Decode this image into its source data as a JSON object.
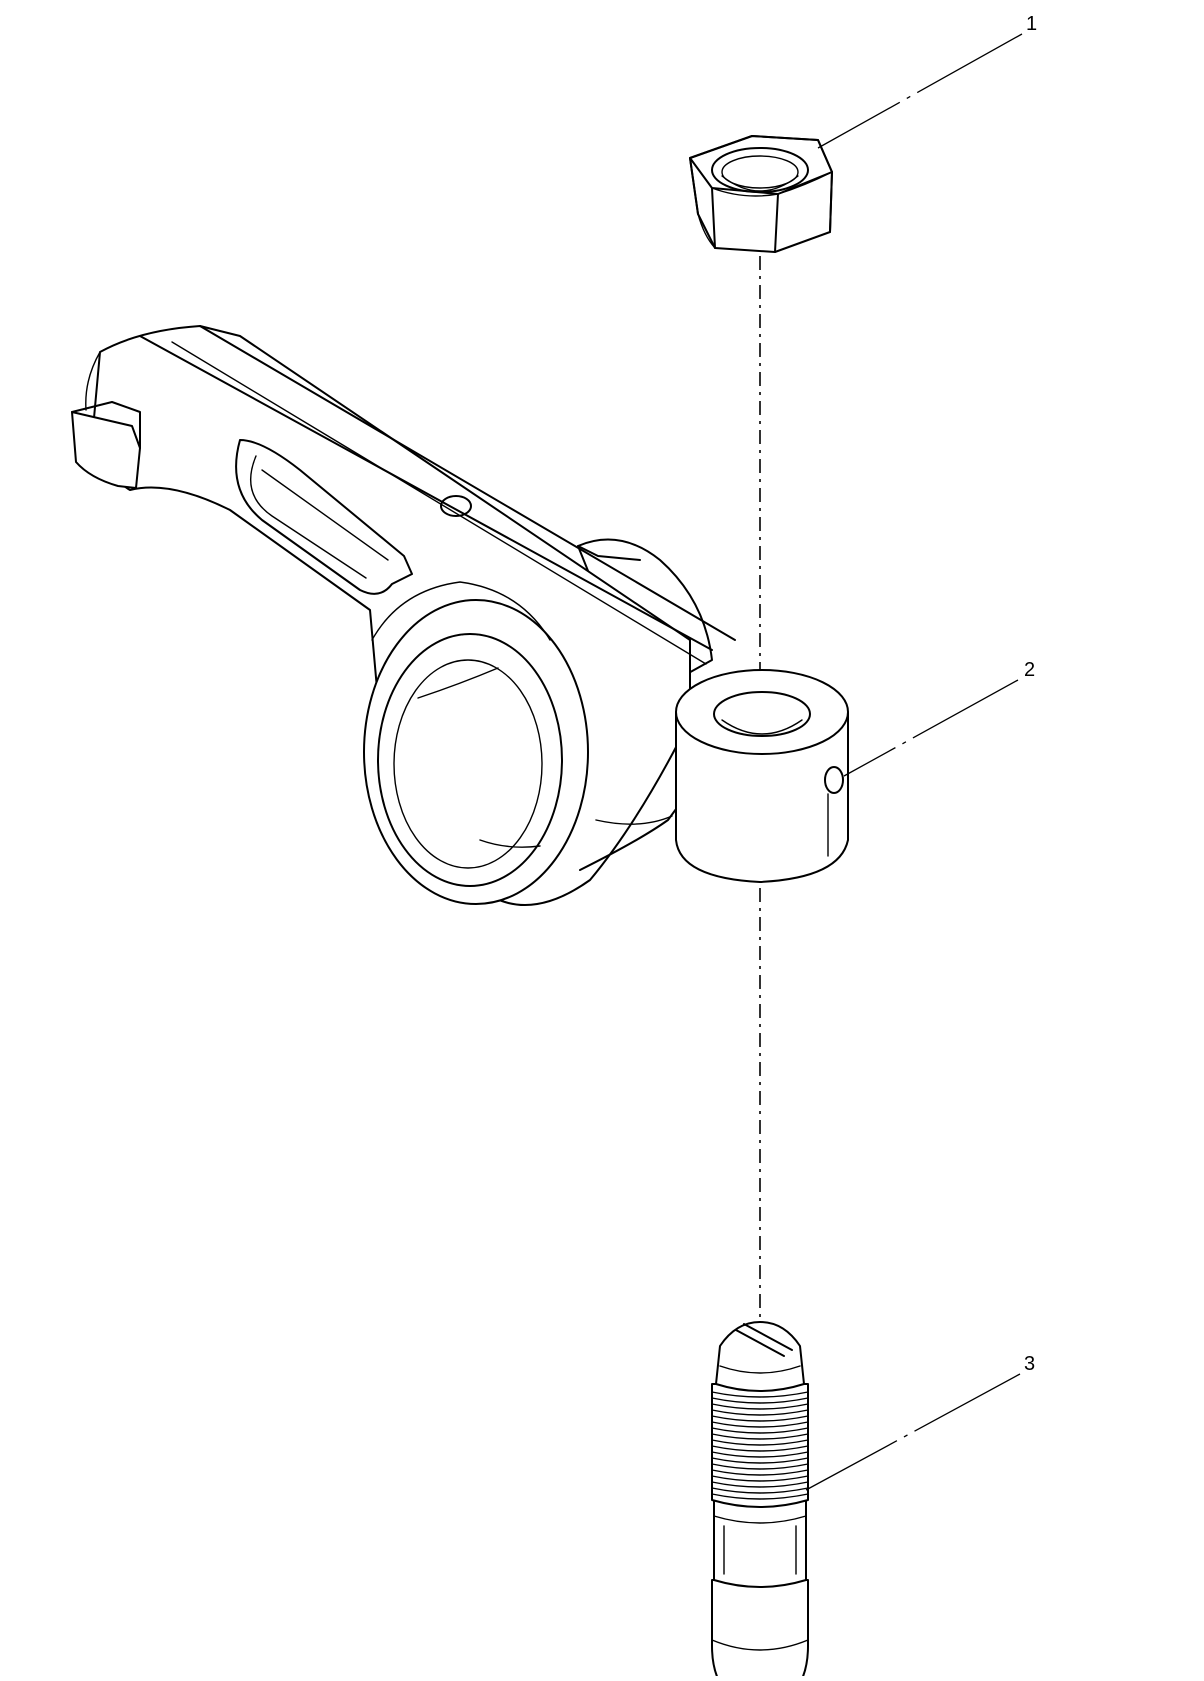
{
  "callouts": [
    {
      "id": "1",
      "label": "1"
    },
    {
      "id": "2",
      "label": "2"
    },
    {
      "id": "3",
      "label": "3"
    }
  ],
  "parts": [
    {
      "id": "nut",
      "icon": "hex-nut-icon"
    },
    {
      "id": "rocker-arm",
      "icon": "rocker-arm-icon"
    },
    {
      "id": "adjusting-screw",
      "icon": "adjusting-screw-icon"
    }
  ]
}
